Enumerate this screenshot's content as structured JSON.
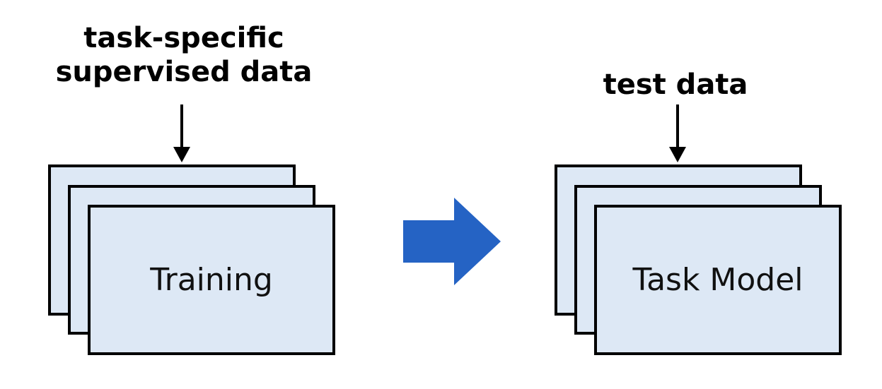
{
  "diagram": {
    "left": {
      "input_label_line1": "task-specific",
      "input_label_line2": "supervised data",
      "box_label": "Training"
    },
    "right": {
      "input_label": "test data",
      "box_label": "Task Model"
    },
    "colors": {
      "box_fill": "#dde8f5",
      "box_border": "#000000",
      "transition_arrow": "#2563c4"
    }
  }
}
